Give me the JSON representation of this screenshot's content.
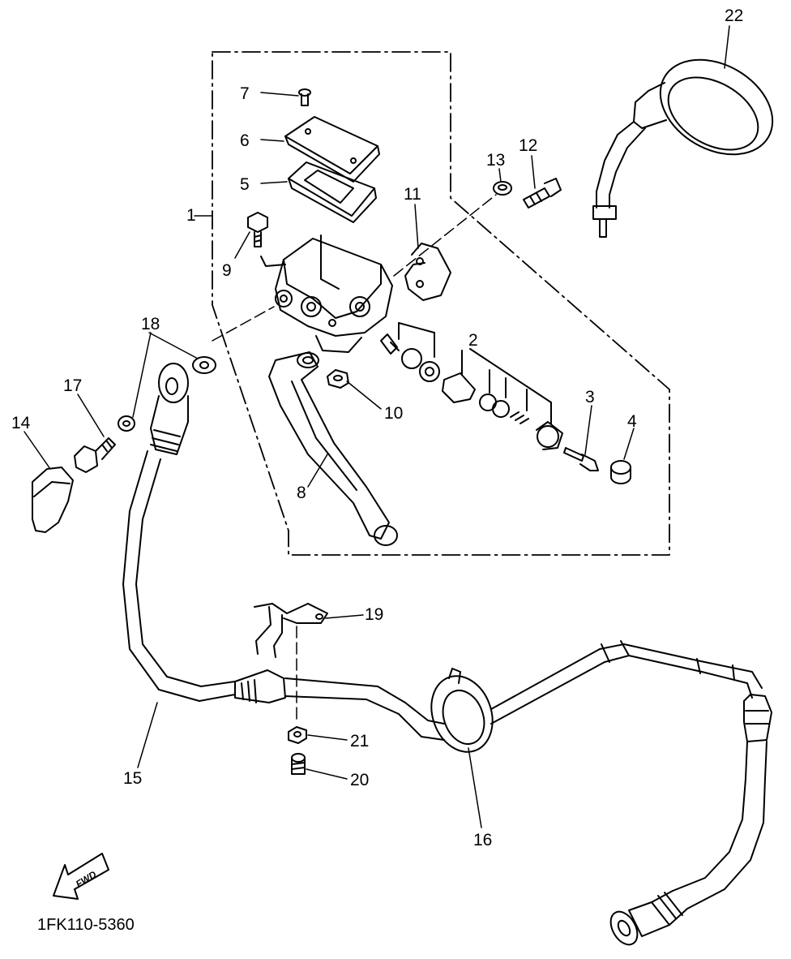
{
  "diagram": {
    "callouts": [
      "1",
      "2",
      "3",
      "4",
      "5",
      "6",
      "7",
      "8",
      "9",
      "10",
      "11",
      "12",
      "13",
      "14",
      "15",
      "16",
      "17",
      "18",
      "19",
      "20",
      "21",
      "22"
    ],
    "direction_marker": "FWD",
    "part_code": "1FK110-5360"
  }
}
